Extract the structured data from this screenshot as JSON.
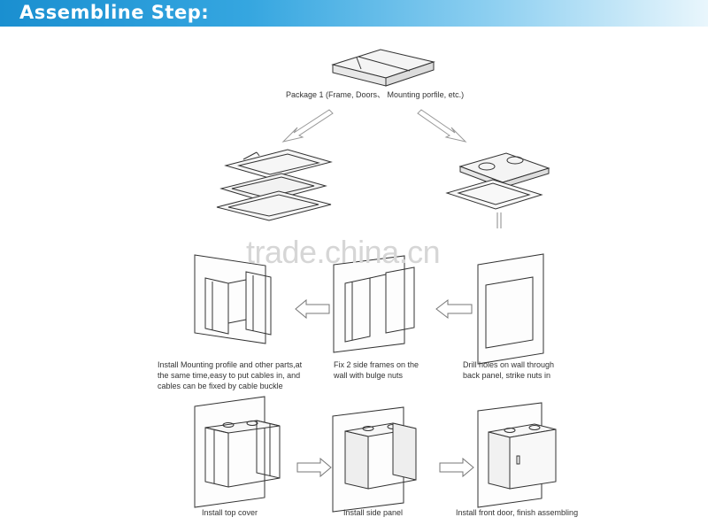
{
  "header": {
    "title": "Assembline Step:"
  },
  "watermark": "trade.china.cn",
  "captions": {
    "package": "Package 1 (Frame, Doors、 Mounting porfile, etc.)",
    "mounting_line1": "Install Mounting profile and other parts,at",
    "mounting_line2": "the same time,easy to put cables in, and",
    "mounting_line3": "cables can be fixed by cable buckle",
    "side_frames_line1": "Fix 2 side frames on the",
    "side_frames_line2": "wall with bulge nuts",
    "drill_line1": "Drill holes on wall through",
    "drill_line2": "back panel, strike nuts in",
    "top_cover": "Install top cover",
    "side_panel": "Install side panel",
    "front_door": "Install front door, finish assembling"
  },
  "colors": {
    "header_start": "#1a8fd0",
    "header_end": "#e9f6fc",
    "line": "#333333"
  }
}
